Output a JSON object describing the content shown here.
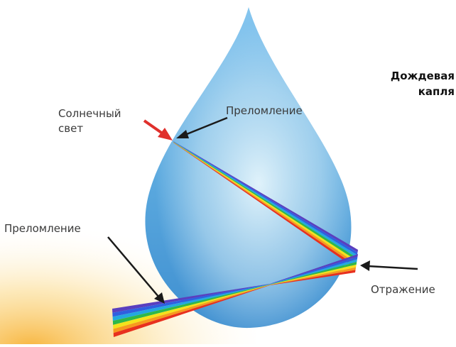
{
  "diagram": {
    "title_line1": "Дождевая",
    "title_line2": "капля",
    "labels": {
      "sunlight_line1": "Солнечный",
      "sunlight_line2": "свет",
      "refraction_top": "Преломление",
      "refraction_bottom": "Преломление",
      "reflection": "Отражение"
    },
    "colors": {
      "drop_light": "#cfe9f6",
      "drop_dark": "#3f8fd0",
      "sun_arrow": "#e0302c",
      "pointer": "#1a1a1a",
      "spectrum": [
        "#5a3fbf",
        "#2f5fe0",
        "#23a8e0",
        "#2fb84a",
        "#f4e21c",
        "#f79a1e",
        "#e8301e"
      ]
    }
  }
}
